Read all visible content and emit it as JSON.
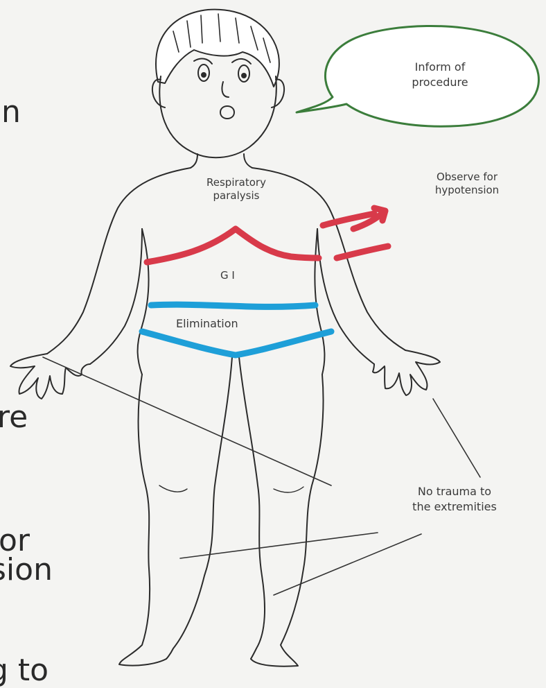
{
  "speech_bubble": {
    "line1": "Inform of",
    "line2": "procedure"
  },
  "labels": {
    "respiratory_line1": "Respiratory",
    "respiratory_line2": "paralysis",
    "hypotension_line1": "Observe for",
    "hypotension_line2": "hypotension",
    "gi": "G I",
    "elimination": "Elimination",
    "trauma_line1": "No trauma to",
    "trauma_line2": "the extremities"
  },
  "cropped_left_text": [
    "n",
    "re",
    "or",
    "sion",
    "g to"
  ],
  "colors": {
    "outline": "#2b2b2b",
    "red_marker": "#d83a4a",
    "blue_marker": "#1e9fd8",
    "bubble_stroke": "#3b7d3b"
  }
}
